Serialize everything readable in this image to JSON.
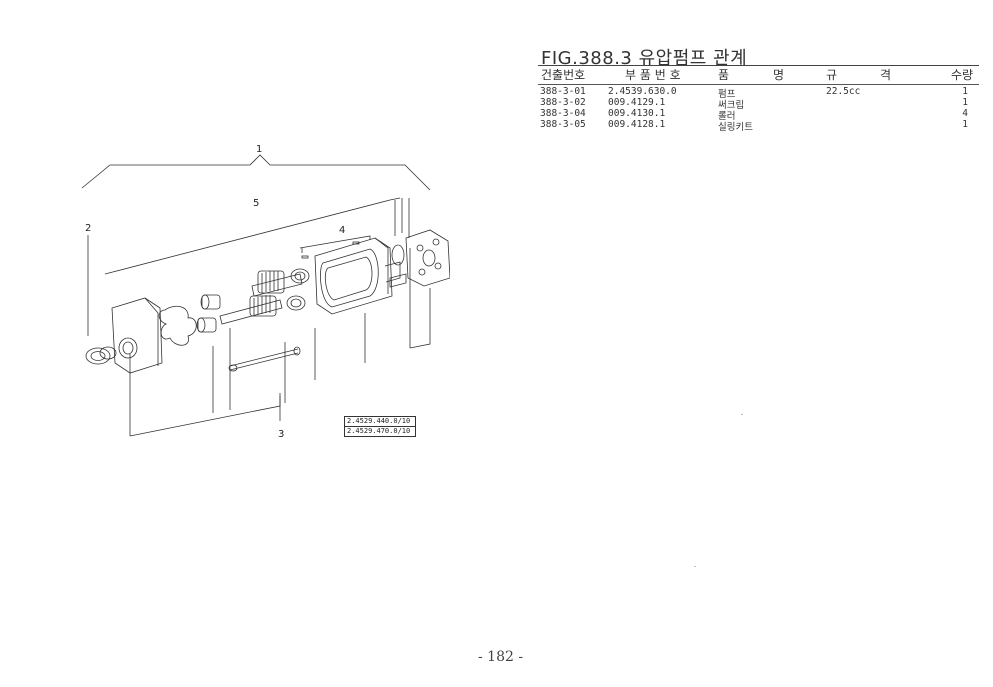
{
  "figure": {
    "title": "FIG.388.3 유압펌프 관계"
  },
  "table": {
    "headers": {
      "code": "건출번호",
      "part_no": "부 품 번 호",
      "name_a": "품",
      "name_b": "명",
      "spec_a": "규",
      "spec_b": "격",
      "qty": "수량"
    },
    "rows": [
      {
        "code": "388-3-01",
        "part_no": "2.4539.630.0",
        "name": "펌프",
        "spec": "22.5cc",
        "qty": "1"
      },
      {
        "code": "388-3-02",
        "part_no": "009.4129.1",
        "name": "써크립",
        "spec": "",
        "qty": "1"
      },
      {
        "code": "388-3-04",
        "part_no": "009.4130.1",
        "name": "롤러",
        "spec": "",
        "qty": "4"
      },
      {
        "code": "388-3-05",
        "part_no": "009.4128.1",
        "name": "실링키트",
        "spec": "",
        "qty": "1"
      }
    ]
  },
  "diagram": {
    "callouts": [
      "1",
      "2",
      "3",
      "4",
      "5"
    ],
    "ref_numbers": [
      "2.4529.440.0/10",
      "2.4529.470.0/10"
    ]
  },
  "page_number": "- 182 -"
}
